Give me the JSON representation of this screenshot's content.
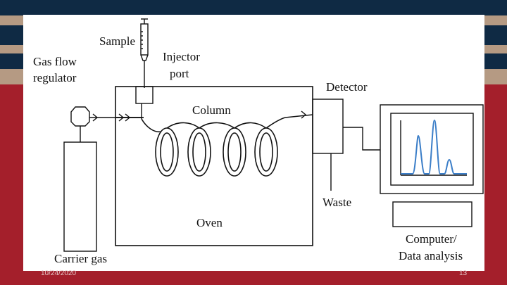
{
  "diagram": {
    "labels": {
      "sample": "Sample",
      "gas_flow_line1": "Gas flow",
      "gas_flow_line2": "regulator",
      "injector_line1": "Injector",
      "injector_line2": "port",
      "detector": "Detector",
      "column": "Column",
      "waste": "Waste",
      "oven": "Oven",
      "carrier_gas": "Carrier gas",
      "computer_line1": "Computer/",
      "computer_line2": "Data analysis"
    },
    "colors": {
      "ink": "#111111",
      "chromatogram": "#3b7ec8"
    }
  },
  "footer": {
    "date": "10/24/2020",
    "page": "13"
  }
}
